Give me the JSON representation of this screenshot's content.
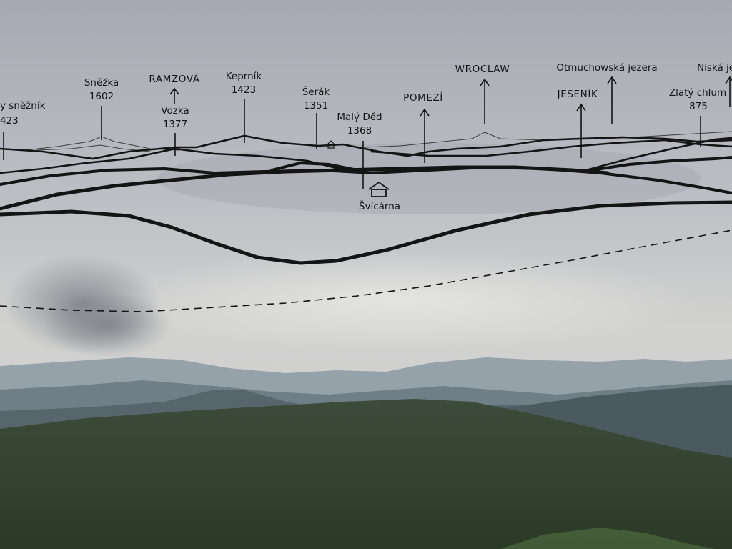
{
  "panorama": {
    "labels": {
      "kralicky_snieznik_partial": "y sněžník",
      "kralicky_elev_partial": "423",
      "snezka": "Sněžka",
      "snezka_elev": "1602",
      "ramzova": "RAMZOVÁ",
      "vozka": "Vozka",
      "vozka_elev": "1377",
      "keprnik": "Keprník",
      "keprnik_elev": "1423",
      "serak": "Šerák",
      "serak_elev": "1351",
      "maly_ded": "Malý Děd",
      "maly_ded_elev": "1368",
      "svicarna": "Švícárna",
      "pomezi": "POMEZÍ",
      "wroclaw": "WROCLAW",
      "otmuchowska": "Otmuchowská jezera",
      "jesenik": "JESENÍK",
      "zlaty_chlum": "Zlatý chlum",
      "zlaty_chlum_elev": "875",
      "niska_partial": "Niská je"
    },
    "icons": [
      "arrow-up-icon",
      "hut-icon",
      "house-icon"
    ],
    "colors": {
      "ink": "#141414",
      "sky_top": "#a9acb4",
      "sky_bottom": "#d4d4d0",
      "hills_far": "#6e7d86",
      "hill_near": "#34452f"
    }
  }
}
